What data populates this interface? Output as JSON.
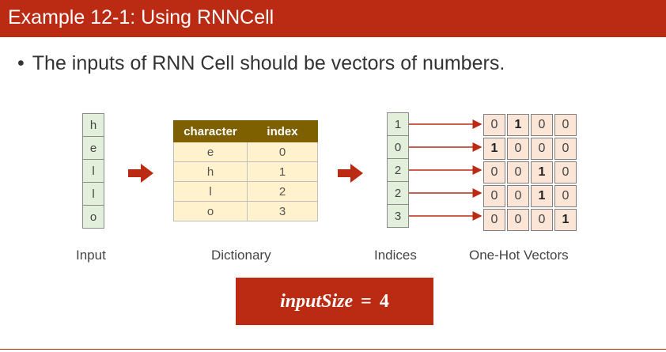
{
  "title": "Example 12-1: Using RNNCell",
  "bullet": "The inputs of RNN Cell should be vectors of numbers.",
  "input": {
    "chars": [
      "h",
      "e",
      "l",
      "l",
      "o"
    ],
    "caption": "Input"
  },
  "dictionary": {
    "headers": [
      "character",
      "index"
    ],
    "rows": [
      [
        "e",
        "0"
      ],
      [
        "h",
        "1"
      ],
      [
        "l",
        "2"
      ],
      [
        "o",
        "3"
      ]
    ],
    "caption": "Dictionary"
  },
  "indices": {
    "values": [
      "1",
      "0",
      "2",
      "2",
      "3"
    ],
    "caption": "Indices"
  },
  "one_hot": {
    "rows": [
      [
        "0",
        "1",
        "0",
        "0"
      ],
      [
        "1",
        "0",
        "0",
        "0"
      ],
      [
        "0",
        "0",
        "1",
        "0"
      ],
      [
        "0",
        "0",
        "1",
        "0"
      ],
      [
        "0",
        "0",
        "0",
        "1"
      ]
    ],
    "caption": "One-Hot Vectors"
  },
  "formula": {
    "var": "inputSize",
    "op": "=",
    "val": "4"
  },
  "colors": {
    "accent": "#bb2a12",
    "input_cell": "#e2efda",
    "dict_header": "#7f6000",
    "dict_cell": "#fff2cc",
    "onehot_cell": "#fbe5d6"
  }
}
